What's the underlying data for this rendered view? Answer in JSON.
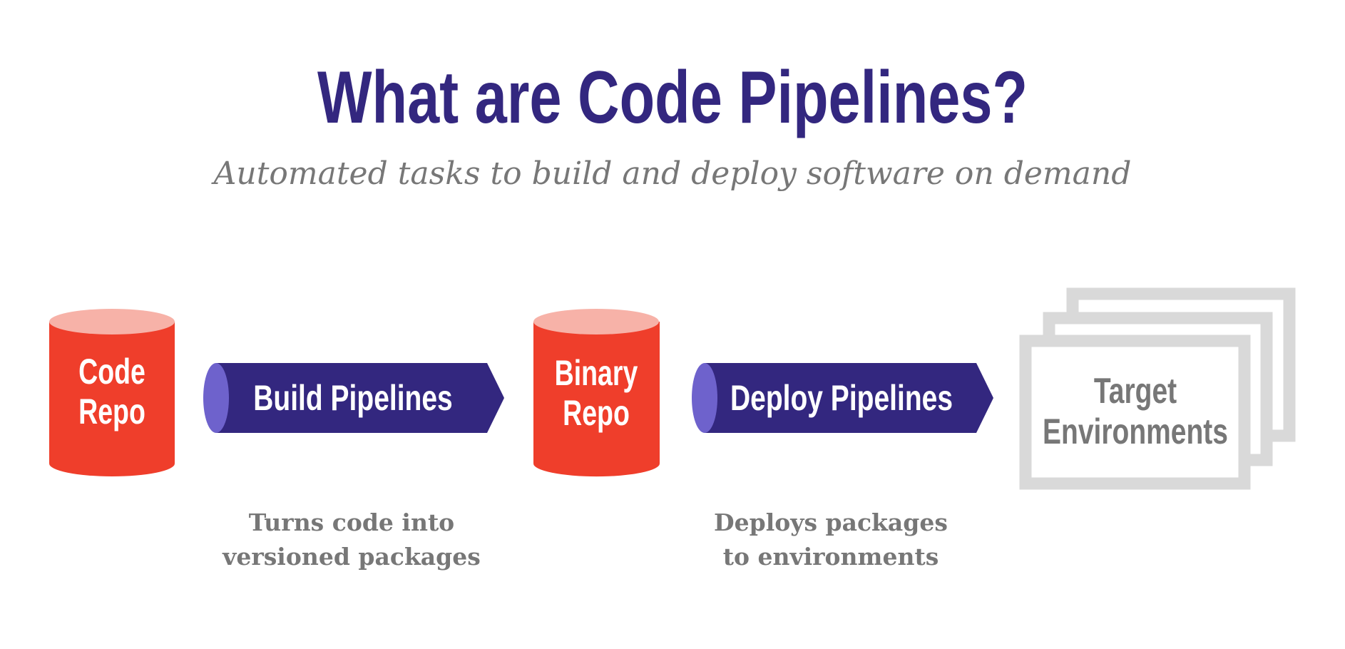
{
  "title": "What are Code Pipelines?",
  "subtitle": "Automated tasks to build and deploy software on demand",
  "code_repo": {
    "line1": "Code",
    "line2": "Repo"
  },
  "build_pipeline": {
    "label": "Build Pipelines",
    "caption_line1": "Turns code into",
    "caption_line2": "versioned packages"
  },
  "binary_repo": {
    "line1": "Binary",
    "line2": "Repo"
  },
  "deploy_pipeline": {
    "label": "Deploy Pipelines",
    "caption_line1": "Deploys packages",
    "caption_line2": "to environments"
  },
  "target": {
    "line1": "Target",
    "line2": "Environments"
  },
  "colors": {
    "title": "#33277f",
    "cylinder": "#ef3e2b",
    "cylinder_top": "#f7b2a8",
    "pipe": "#33277f",
    "pipe_end": "#6e62cc",
    "env_frame": "#d9d9d9",
    "text_gray": "#777777"
  }
}
